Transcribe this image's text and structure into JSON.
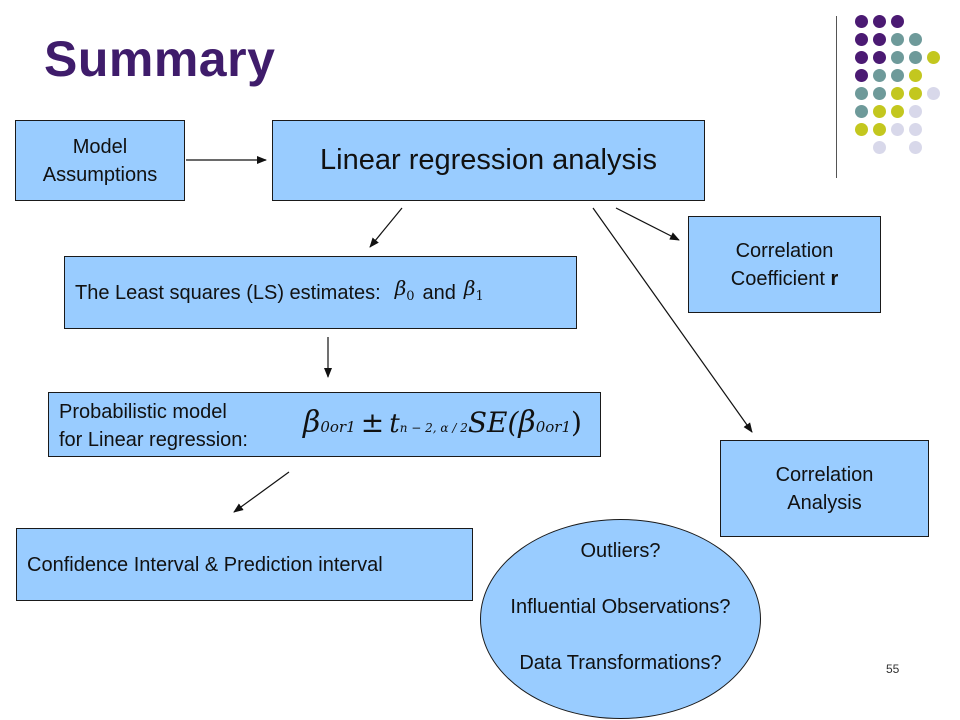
{
  "slide": {
    "title": "Summary",
    "page_number": "55"
  },
  "boxes": {
    "model_assumptions": [
      "Model",
      "Assumptions"
    ],
    "linear_regression": "Linear regression analysis",
    "least_squares_text": "The Least squares (LS) estimates:",
    "least_squares_and": "and",
    "beta0": {
      "symbol": "β",
      "sub": "0"
    },
    "beta1": {
      "symbol": "β",
      "sub": "1"
    },
    "probabilistic_model": [
      "Probabilistic model",
      "for Linear regression:"
    ],
    "formula": {
      "beta": "β",
      "sub_b": "0or1",
      "pm": "±",
      "t": "t",
      "t_sub": "n − 2, α / 2",
      "se": "SE(",
      "beta2": "β",
      "sub_b2": "0or1",
      "close": ")"
    },
    "correlation_coefficient": [
      "Correlation",
      "Coefficient",
      "r"
    ],
    "correlation_analysis": [
      "Correlation",
      "Analysis"
    ],
    "confidence_interval": "Confidence Interval & Prediction interval",
    "ellipse": [
      "Outliers?",
      "Influential Observations?",
      "Data Transformations?"
    ]
  },
  "colors": {
    "title": "#3f1c6b",
    "box_fill": "#99ccff",
    "dot_purple": "#4b1a73",
    "dot_teal": "#6e9a9a",
    "dot_yellow": "#c3c71f",
    "dot_lavender": "#d8d8ea"
  },
  "decoration": {
    "dot_rows": [
      [
        "purple",
        "purple",
        "purple"
      ],
      [
        "purple",
        "purple",
        "teal",
        "teal"
      ],
      [
        "purple",
        "purple",
        "teal",
        "teal",
        "yellow"
      ],
      [
        "purple",
        "teal",
        "teal",
        "yellow"
      ],
      [
        "teal",
        "teal",
        "yellow",
        "yellow",
        "lavender"
      ],
      [
        "teal",
        "yellow",
        "yellow",
        "lavender"
      ],
      [
        "yellow",
        "yellow",
        "lavender",
        "lavender"
      ],
      [
        "lavender",
        "lavender"
      ]
    ]
  }
}
